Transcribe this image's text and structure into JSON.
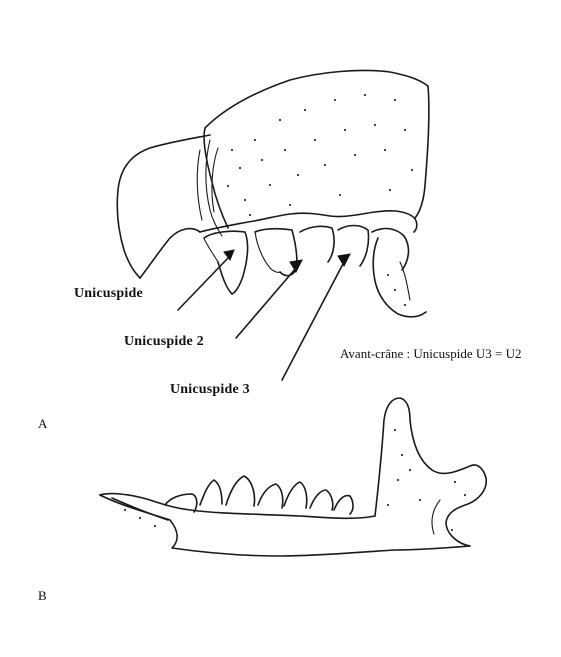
{
  "labels": {
    "unicuspide_1": "Unicuspide",
    "unicuspide_2": "Unicuspide 2",
    "unicuspide_3": "Unicuspide 3",
    "note": "Avant-crâne : Unicuspide U3 = U2",
    "panel_a": "A",
    "panel_b": "B"
  },
  "colors": {
    "ink": "#1a1a1a",
    "background": "#ffffff"
  }
}
